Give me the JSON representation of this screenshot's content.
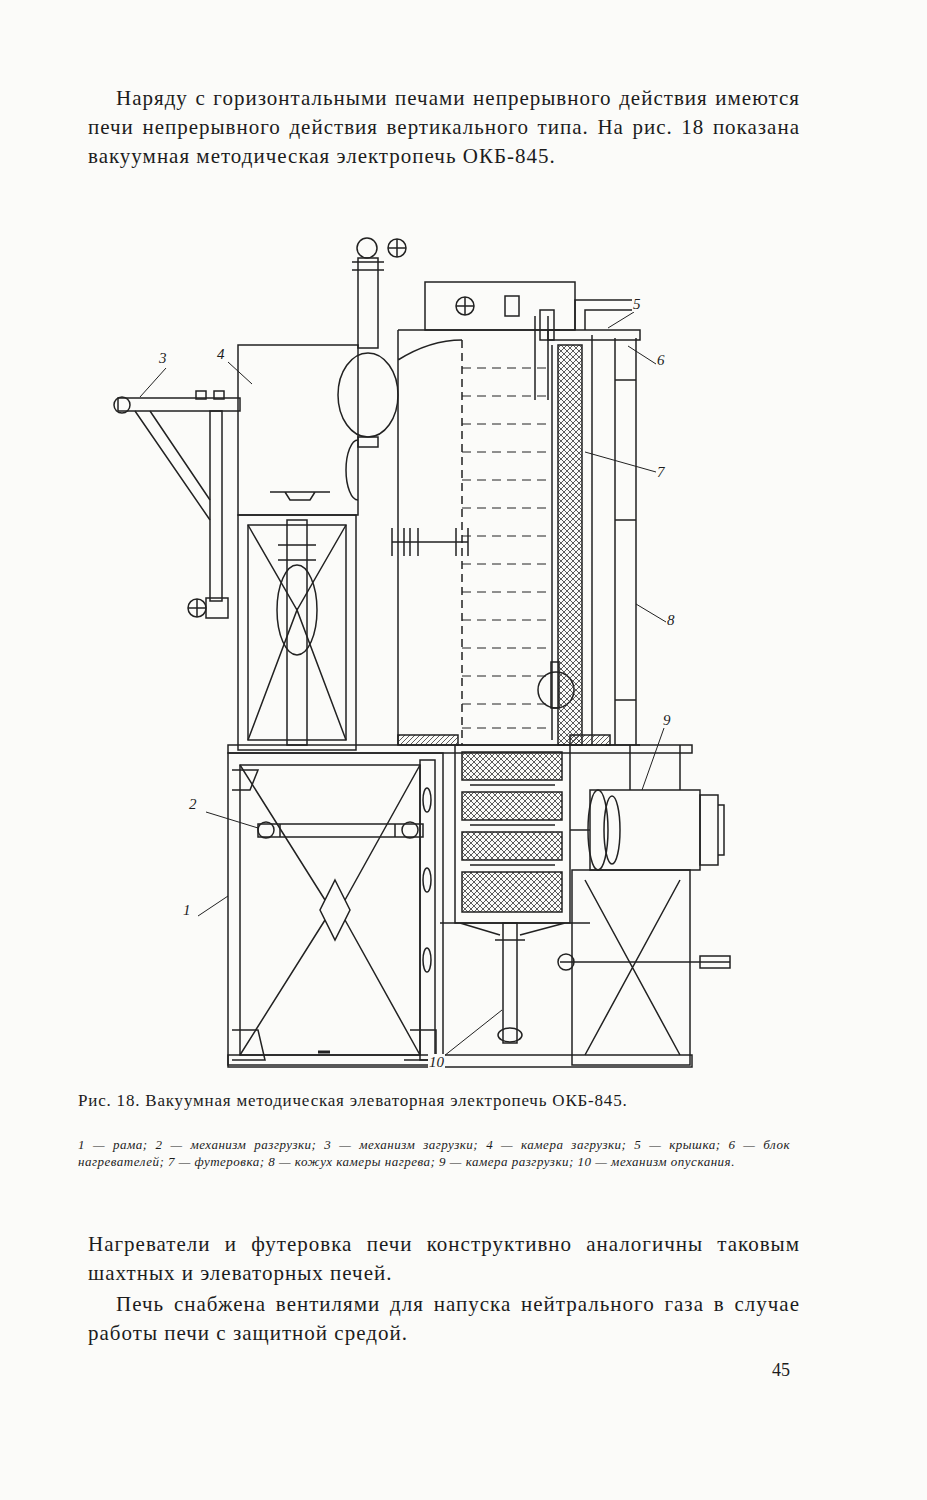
{
  "diagram": {
    "caption": "Рис. 18. Вакуумная методическая элеваторная электропечь ОКБ-845.",
    "labels": [
      "Наряду с горизонтальными печами непрерывного действия имеются печи непрерывного действия вертикального типа. На рис. 18 показана вакуумная методическая электропечь ОКБ-845.",
      "1",
      "2",
      "3",
      "4",
      "5",
      "6",
      "7",
      "8",
      "9",
      "10",
      "1 — рама; 2 — механизм разгрузки; 3 — механизм загрузки; 4 — камера загрузки; 5 — крышка; 6 — блок нагревателей; 7 — футеровка; 8 — кожух камеры нагрева; 9 — камера разгрузки; 10 — механизм опускания.",
      "Нагреватели и футеровка печи конструктивно аналогичны таковым шахтных и элеваторных печей.",
      "Печь снабжена вентилями для напуска нейтрального газа в случае работы печи с защитной средой.",
      "45"
    ]
  }
}
